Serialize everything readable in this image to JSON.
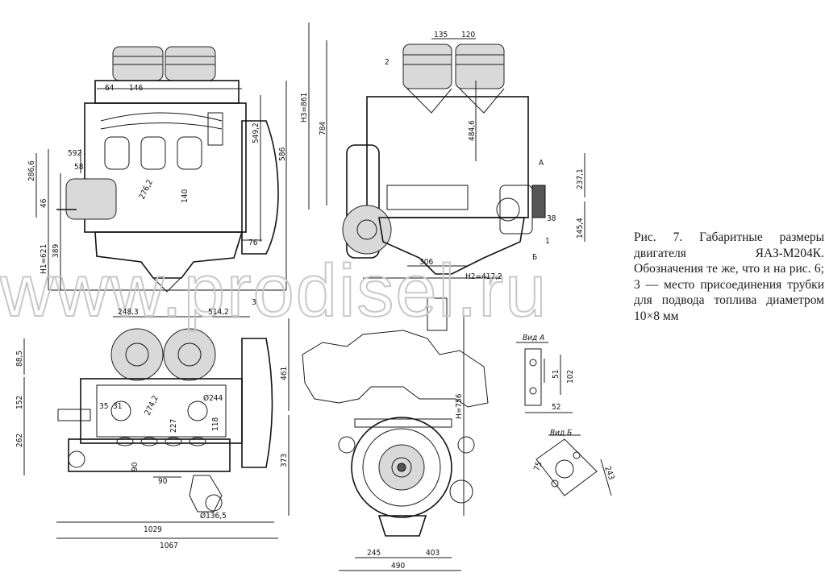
{
  "caption": {
    "text": "Рис. 7. Габаритные размеры двигателя ЯАЗ-М204К. Обозначения те же, что и на рис. 6; 3 — место присоединения трубки для подвода топлива диаметром 10×8 мм"
  },
  "watermark": "www.prodisel.ru",
  "views": {
    "vid_a": "Вид А",
    "vid_b": "Вид Б"
  },
  "callouts": [
    "2",
    "1",
    "Б",
    "А",
    "3"
  ],
  "dimensions": {
    "front_view": [
      "64",
      "146",
      "592",
      "58",
      "286,6",
      "46",
      "H1=621",
      "389",
      "276,2",
      "140",
      "76",
      "549,2",
      "586"
    ],
    "side_view": [
      "135",
      "120",
      "H3=861",
      "784",
      "484,6",
      "237,1",
      "38",
      "145,4",
      "306",
      "H2=417,2"
    ],
    "top_view": [
      "248,3",
      "514,2",
      "88,5",
      "152",
      "262",
      "461",
      "35",
      "31",
      "274,2",
      "Ø244",
      "227",
      "118",
      "90",
      "90",
      "373",
      "Ø136,5",
      "1029",
      "1067"
    ],
    "rear_view": [
      "H=756",
      "245",
      "490",
      "403"
    ],
    "detail_a": [
      "51",
      "102",
      "52"
    ],
    "detail_b": [
      "75",
      "243"
    ]
  }
}
